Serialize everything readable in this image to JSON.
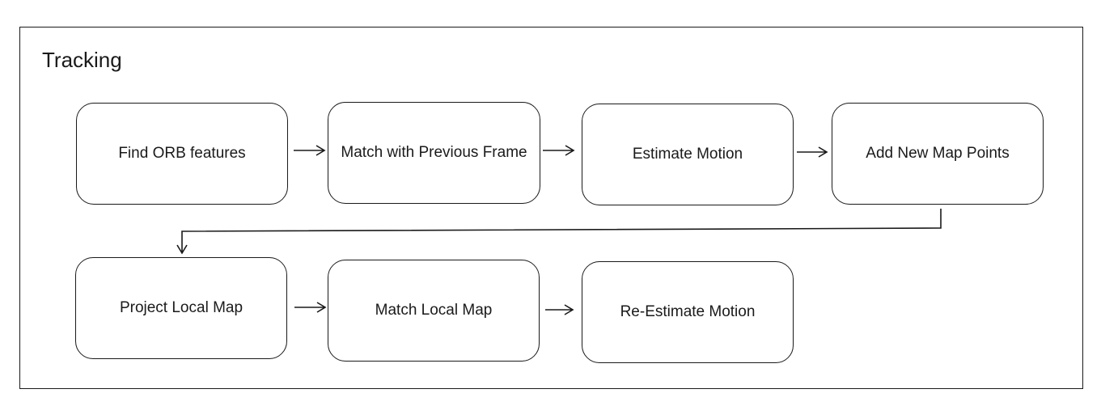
{
  "diagram": {
    "title": "Tracking",
    "nodes": [
      {
        "id": "n1",
        "label": "Find ORB features"
      },
      {
        "id": "n2",
        "label": "Match with Previous Frame"
      },
      {
        "id": "n3",
        "label": "Estimate Motion"
      },
      {
        "id": "n4",
        "label": "Add New Map Points"
      },
      {
        "id": "n5",
        "label": "Project Local Map"
      },
      {
        "id": "n6",
        "label": "Match Local Map"
      },
      {
        "id": "n7",
        "label": "Re-Estimate Motion"
      }
    ],
    "edges": [
      {
        "from": "n1",
        "to": "n2"
      },
      {
        "from": "n2",
        "to": "n3"
      },
      {
        "from": "n3",
        "to": "n4"
      },
      {
        "from": "n4",
        "to": "n5"
      },
      {
        "from": "n5",
        "to": "n6"
      },
      {
        "from": "n6",
        "to": "n7"
      }
    ],
    "colors": {
      "stroke": "#1a1a1a",
      "background": "#ffffff"
    }
  }
}
